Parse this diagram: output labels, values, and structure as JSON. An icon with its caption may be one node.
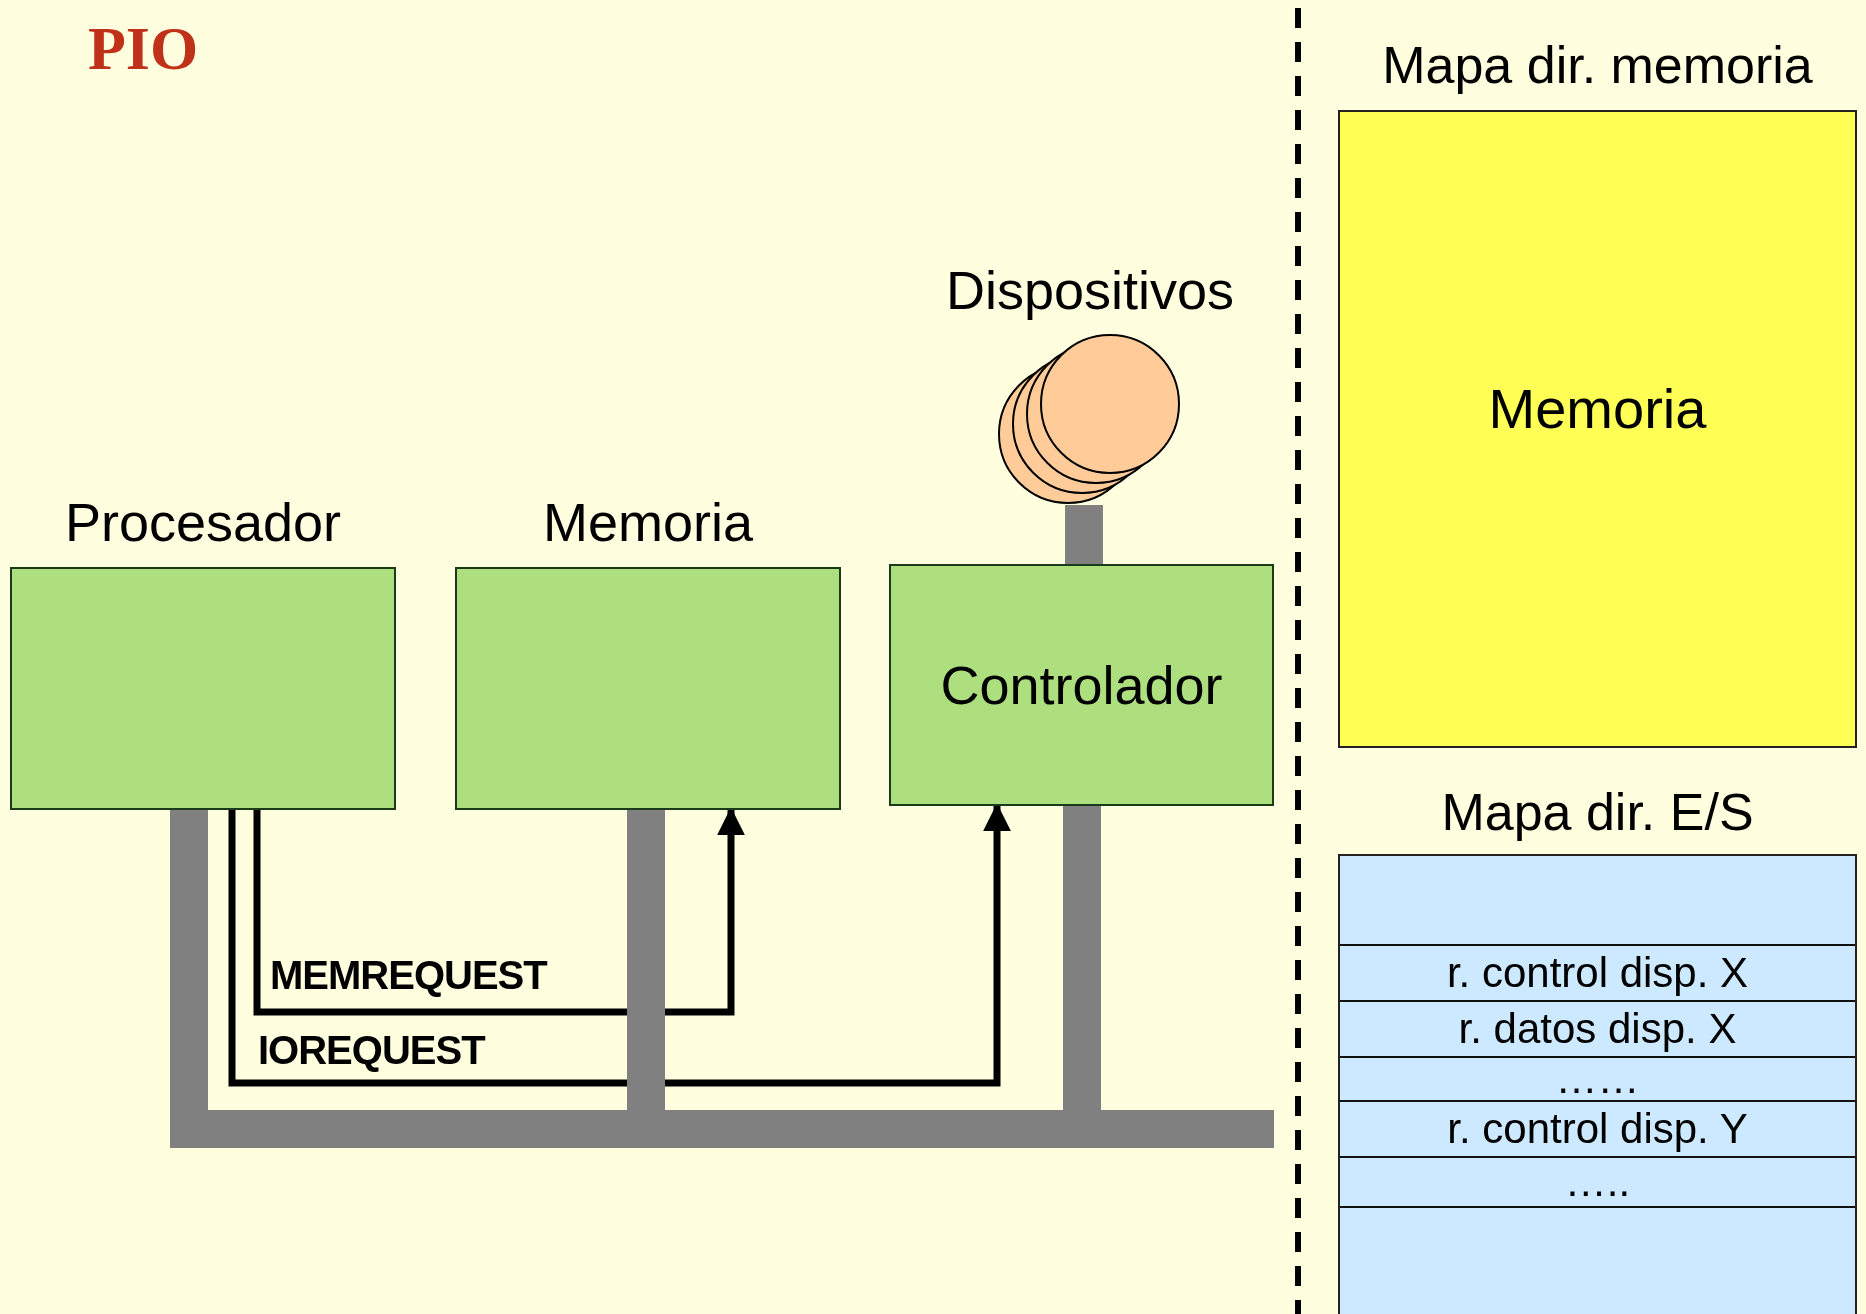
{
  "diagram": {
    "title": "PIO",
    "nodes": [
      {
        "text": [
          "Procesador"
        ]
      },
      {
        "text": [
          "Memoria"
        ]
      },
      {
        "text": [
          "Controlador"
        ]
      },
      {
        "text": [
          "Dispositivos"
        ]
      },
      {
        "text": [
          "Mapa dir. memoria",
          "Memoria"
        ]
      },
      {
        "text": [
          "Mapa dir. E/S",
          "r. control disp. X",
          "r. datos disp. X",
          "……",
          "r. control disp. Y",
          "….."
        ]
      }
    ],
    "edges": [
      {
        "from": 0,
        "to": 1,
        "arrow": "to",
        "label": "MEMREQUEST",
        "color": "#000000"
      },
      {
        "from": 0,
        "to": 2,
        "arrow": "to",
        "label": "IOREQUEST",
        "color": "#000000"
      },
      {
        "from": 0,
        "to": 1,
        "arrow": "none"
      },
      {
        "from": 0,
        "to": 2,
        "arrow": "none"
      },
      {
        "from": 3,
        "to": 2,
        "arrow": "none"
      }
    ]
  }
}
